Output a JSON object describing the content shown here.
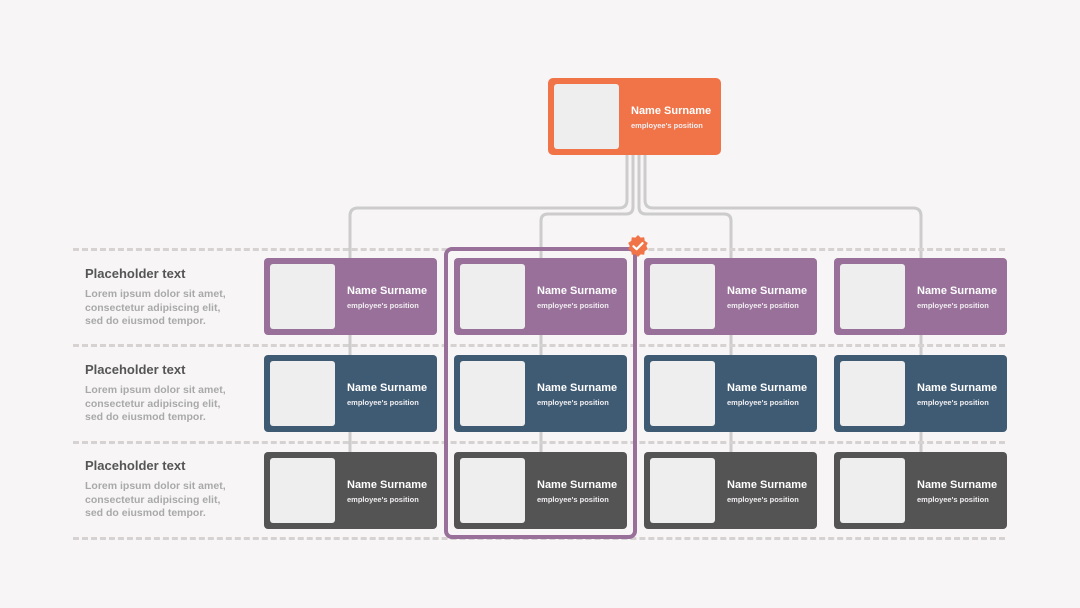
{
  "diagram": {
    "colors": {
      "background": "#f7f5f5",
      "connector": "#cccccc",
      "divider": "#d6d2d2",
      "highlight": "#98709a",
      "badge": "#f07448",
      "photo_placeholder": "#eeeeee"
    },
    "top_card": {
      "name": "Name Surname",
      "position": "employee's position",
      "color": "#f07448"
    },
    "rows": [
      {
        "title": "Placeholder text",
        "description": [
          "Lorem ipsum dolor sit amet,",
          "consectetur adipiscing elit,",
          "sed do eiusmod tempor."
        ],
        "color": "#98709a",
        "cards": [
          {
            "name": "Name Surname",
            "position": "employee's position"
          },
          {
            "name": "Name Surname",
            "position": "employee's position"
          },
          {
            "name": "Name Surname",
            "position": "employee's position"
          },
          {
            "name": "Name Surname",
            "position": "employee's position"
          }
        ]
      },
      {
        "title": "Placeholder text",
        "description": [
          "Lorem ipsum dolor sit amet,",
          "consectetur adipiscing elit,",
          "sed do eiusmod tempor."
        ],
        "color": "#3f5b73",
        "cards": [
          {
            "name": "Name Surname",
            "position": "employee's position"
          },
          {
            "name": "Name Surname",
            "position": "employee's position"
          },
          {
            "name": "Name Surname",
            "position": "employee's position"
          },
          {
            "name": "Name Surname",
            "position": "employee's position"
          }
        ]
      },
      {
        "title": "Placeholder text",
        "description": [
          "Lorem ipsum dolor sit amet,",
          "consectetur adipiscing elit,",
          "sed do eiusmod tempor."
        ],
        "color": "#545454",
        "cards": [
          {
            "name": "Name Surname",
            "position": "employee's position"
          },
          {
            "name": "Name Surname",
            "position": "employee's position"
          },
          {
            "name": "Name Surname",
            "position": "employee's position"
          },
          {
            "name": "Name Surname",
            "position": "employee's position"
          }
        ]
      }
    ],
    "highlighted_column": 2,
    "badge_icon": "checkmark-icon"
  }
}
